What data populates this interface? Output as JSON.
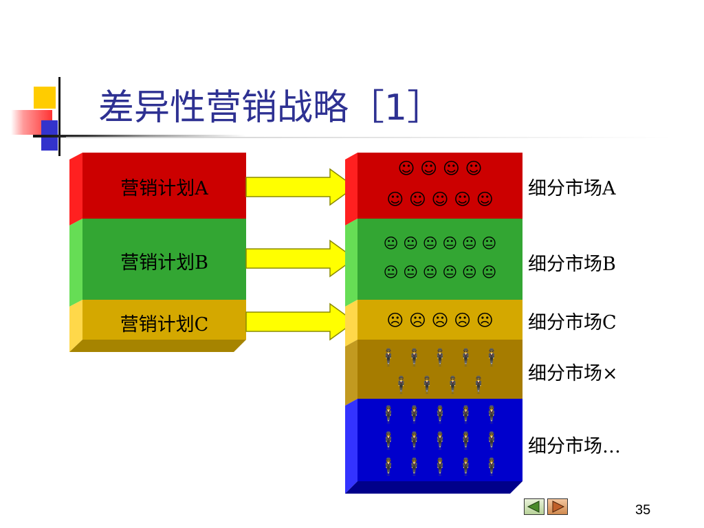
{
  "title": "差异性营销战略［1］",
  "plans": [
    {
      "label": "营销计划A",
      "color": "#cc0000"
    },
    {
      "label": "营销计划B",
      "color": "#33a633"
    },
    {
      "label": "营销计划C",
      "color": "#d4a800"
    }
  ],
  "segments": [
    {
      "label": "细分市场A",
      "color": "#cc0000",
      "rows": [
        "☺ ☺ ☺ ☺",
        "☺ ☺ ☺ ☺ ☺"
      ],
      "icon": "smiley-icon"
    },
    {
      "label": "细分市场B",
      "color": "#33a633",
      "rows": [
        "😐 😐 😐 😐 😐 😐",
        "😐 😐 😐 😐 😐 😐"
      ],
      "icon": "neutral-face-icon"
    },
    {
      "label": "细分市场C",
      "color": "#d4a800",
      "rows": [
        "☹ ☹ ☹ ☹ ☹"
      ],
      "icon": "sad-face-icon"
    },
    {
      "label": "细分市场×",
      "color": "#a67c00",
      "rows": [
        "🕴 🕴 🕴 🕴 🕴",
        "🕴 🕴 🕴 🕴"
      ],
      "icon": "person-icon"
    },
    {
      "label": "细分市场…",
      "color": "#0000cc",
      "rows": [
        "🕴 🕴 🕴 🕴 🕴",
        "🕴 🕴 🕴 🕴 🕴",
        "🕴 🕴 🕴 🕴 🕴"
      ],
      "icon": "person-icon"
    }
  ],
  "arrow_color": "#ffff00",
  "page_number": "35"
}
